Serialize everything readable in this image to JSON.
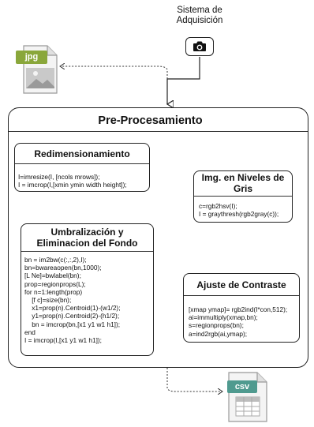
{
  "acquisition": {
    "line1": "Sistema de",
    "line2": "Adquisición",
    "icon": "camera-icon"
  },
  "input_file": {
    "ext": "jpg",
    "icon": "image-file-icon",
    "tab_color": "#8aa73b"
  },
  "output_file": {
    "ext": "csv",
    "icon": "spreadsheet-file-icon",
    "tab_color": "#4f9a8f"
  },
  "main": {
    "title": "Pre-Procesamiento"
  },
  "steps": [
    {
      "title": "Redimensionamiento",
      "code": "I=imresize(I, [ncols mrows]);\nI = imcrop(I,[xmin ymin width height]);"
    },
    {
      "title_line1": "Img. en Niveles de",
      "title_line2": "Gris",
      "code": "c=rgb2hsv(I);\nI = graythresh(rgb2gray(c));"
    },
    {
      "title_line1": "Umbralización y",
      "title_line2": "Eliminacion del Fondo",
      "code": "bn = im2bw(c(:,:,2),I);\nbn=bwareaopen(bn,1000);\n[L Ne]=bwlabel(bn);\nprop=regionprops(L);\nfor n=1:length(prop)\n    [f c]=size(bn);\n    x1=prop(n).Centroid(1)-(w1/2);\n    y1=prop(n).Centroid(2)-(h1/2);\n    bn = imcrop(bn,[x1 y1 w1 h1]);\nend\nI = imcrop(I,[x1 y1 w1 h1]);"
    },
    {
      "title": "Ajuste de Contraste",
      "code": "[xmap ymap]= rgb2ind(I*con,512);\nai=immultiply(xmap,bn);\ns=regionprops(bn);\na=ind2rgb(ai,ymap);"
    }
  ]
}
